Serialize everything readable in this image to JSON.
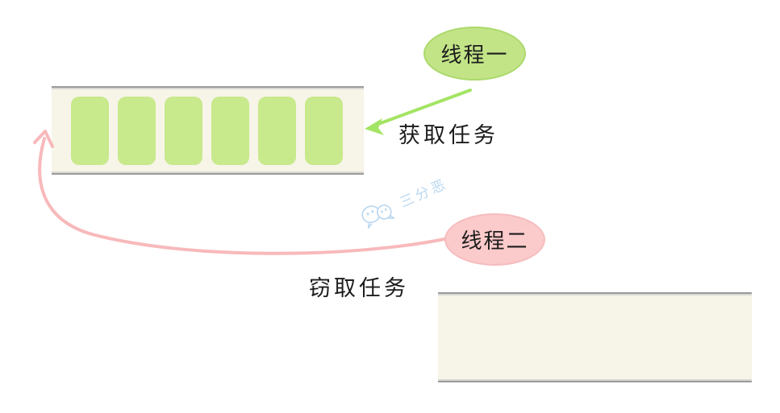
{
  "page": {
    "background": "#ffffff"
  },
  "diagram": {
    "thread_one_label": "线程一",
    "thread_two_label": "线程二",
    "fetch_task_label": "获取任务",
    "steal_task_label": "窃取任务",
    "top_queue": {
      "task_count": 6
    },
    "bottom_queue": {
      "task_count": 0
    },
    "watermark_text": "三分恶",
    "watermark_icon": "chat-bubbles-icon"
  },
  "colors": {
    "page_bg": "#ffffff",
    "queue_bg": "#f7f4e8",
    "queue_border": "#9a9a9a",
    "task_green": "#c8e98c",
    "thread_one_green": "#c2e487",
    "arrow_green": "#a4e464",
    "thread_two_pink": "#fbcaca",
    "arrow_pink": "#f8b9bb",
    "text_black": "#1c1c1c",
    "watermark_blue": "#b9d7f0"
  }
}
